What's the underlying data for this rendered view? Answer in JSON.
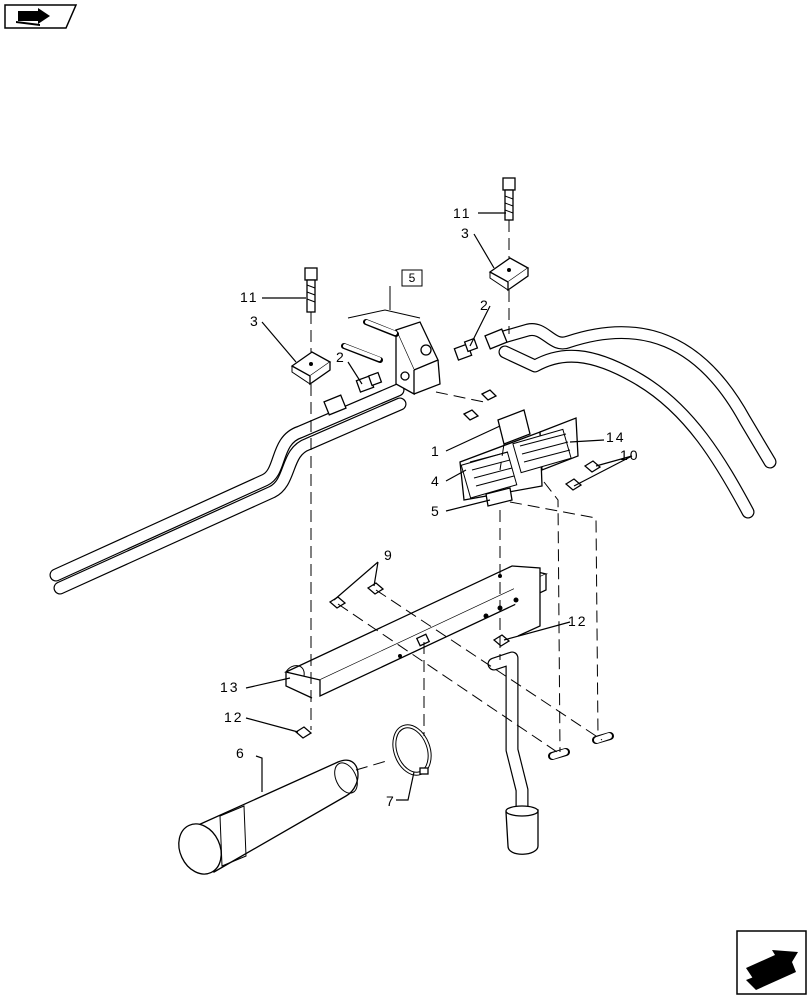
{
  "nav": {
    "top_icon": "book-arrow-icon",
    "bottom_icon": "next-page-arrow-icon"
  },
  "diagram": {
    "bracket_box_label": "5",
    "callouts": {
      "c1": "1",
      "c2a": "2",
      "c2b": "2",
      "c3a": "3",
      "c3b": "3",
      "c4": "4",
      "c5": "5",
      "c6": "6",
      "c7": "7",
      "c9": "9",
      "c10": "10",
      "c11a": "11",
      "c11b": "11",
      "c12a": "12",
      "c12b": "12",
      "c13": "13",
      "c14": "14"
    }
  }
}
